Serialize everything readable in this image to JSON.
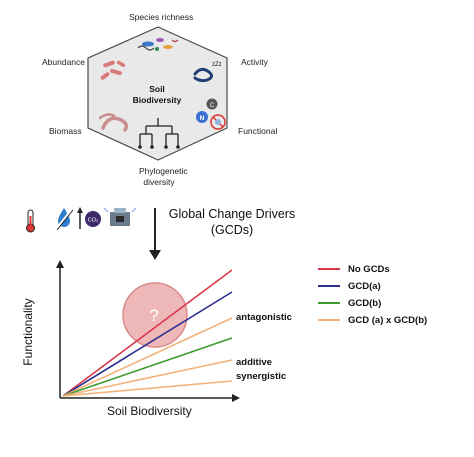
{
  "hexagon": {
    "center_line1": "Soil",
    "center_line2": "Biodiversity",
    "labels": {
      "top": "Species richness",
      "upper_left": "Abundance",
      "upper_right": "Activity",
      "lower_left": "Biomass",
      "lower_right": "Functional",
      "bottom_line1": "Phylogenetic",
      "bottom_line2": "diversity"
    },
    "icon_n": "N",
    "icon_c": "C",
    "icon_zz": "zZz"
  },
  "drivers": {
    "title_line1": "Global Change Drivers",
    "title_line2": "(GCDs)",
    "co2_label": "CO₂",
    "icons": [
      "thermometer-icon",
      "drought-icon",
      "co2-icon",
      "pollution-icon"
    ]
  },
  "graph": {
    "xlabel": "Soil Biodiversity",
    "ylabel": "Functionality",
    "question_mark": "?",
    "annotations": {
      "antagonistic": "antagonistic",
      "additive": "additive",
      "synergistic": "synergistic"
    },
    "colors": {
      "no_gcds": "#d9374b",
      "gcd_a": "#2b2f8f",
      "gcd_b": "#3c9a2f",
      "gcd_ab": "#f2b27a",
      "circle_fill": "#e8a0a0",
      "circle_stroke": "#d98a8a"
    }
  },
  "legend": {
    "items": [
      {
        "label": "No GCDs",
        "color": "#d9374b"
      },
      {
        "label": "GCD(a)",
        "color": "#2b2f8f"
      },
      {
        "label": "GCD(b)",
        "color": "#3c9a2f"
      },
      {
        "label": "GCD (a) x GCD(b)",
        "color": "#f2b27a"
      }
    ]
  }
}
